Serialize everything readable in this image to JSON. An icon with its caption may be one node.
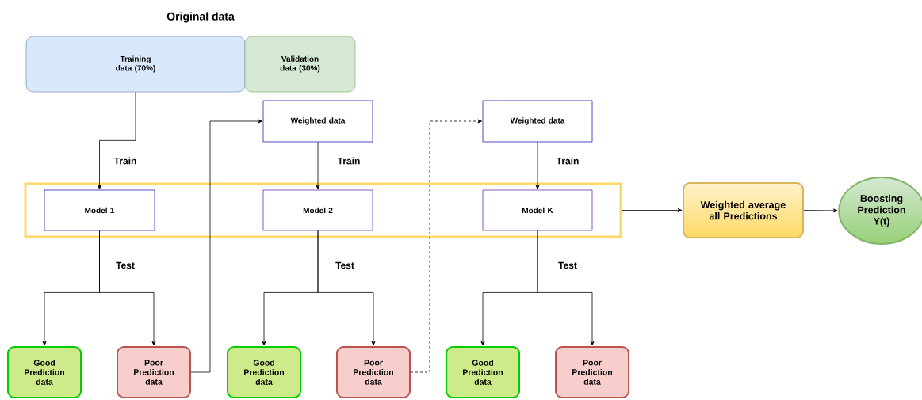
{
  "diagram": {
    "title": "Original data",
    "nodes": [
      {
        "text": [
          "Training data (70%)"
        ]
      },
      {
        "text": [
          "Validation data (30%)"
        ]
      },
      {
        "text": [
          "Weighted data"
        ]
      },
      {
        "text": [
          "Weighted data"
        ]
      },
      {
        "text": [],
        "shape": "box"
      },
      {
        "text": [
          "Model 1"
        ],
        "in": 4
      },
      {
        "text": [
          "Model 2"
        ],
        "in": 4
      },
      {
        "text": [
          "Model K"
        ],
        "in": 4
      },
      {
        "text": [
          "Weighted average all Predictions"
        ]
      },
      {
        "text": [
          "Boosting Prediction Y(t)"
        ]
      },
      {
        "text": [
          "Good Prediction data"
        ]
      },
      {
        "text": [
          "Poor Prediction data"
        ]
      },
      {
        "text": [
          "Good Prediction data"
        ]
      },
      {
        "text": [
          "Poor Prediction data"
        ]
      },
      {
        "text": [
          "Good Prediction data"
        ]
      },
      {
        "text": [
          "Poor Prediction data"
        ]
      }
    ],
    "edges": [
      {
        "from": 0,
        "to": 5,
        "arrow": "to",
        "label": "Train"
      },
      {
        "from": 2,
        "to": 6,
        "arrow": "to",
        "label": "Train"
      },
      {
        "from": 3,
        "to": 7,
        "arrow": "to",
        "label": "Train"
      },
      {
        "from": 5,
        "to": 10,
        "arrow": "to",
        "label": "Test"
      },
      {
        "from": 5,
        "to": 11,
        "arrow": "to"
      },
      {
        "from": 6,
        "to": 12,
        "arrow": "to",
        "label": "Test"
      },
      {
        "from": 6,
        "to": 13,
        "arrow": "to"
      },
      {
        "from": 7,
        "to": 14,
        "arrow": "to",
        "label": "Test"
      },
      {
        "from": 7,
        "to": 15,
        "arrow": "to"
      },
      {
        "from": 11,
        "to": 2,
        "arrow": "to"
      },
      {
        "from": 13,
        "to": 3,
        "arrow": "to",
        "style": "dashed"
      },
      {
        "from": 4,
        "to": 8,
        "arrow": "to"
      },
      {
        "from": 8,
        "to": 9,
        "arrow": "to"
      }
    ]
  }
}
